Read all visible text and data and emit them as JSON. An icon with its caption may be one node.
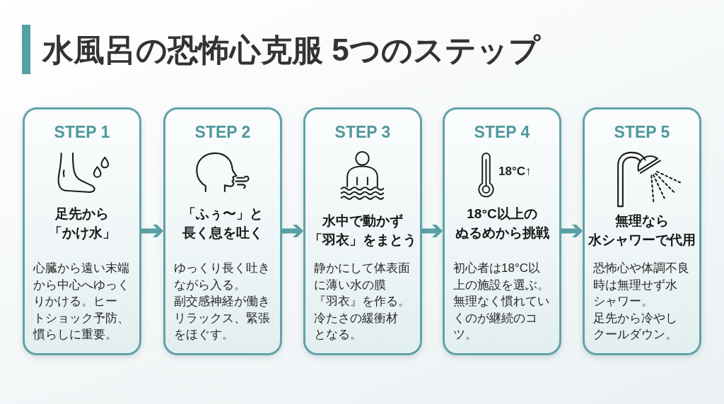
{
  "diagram": {
    "title": "水風呂の恐怖心克服 5つのステップ",
    "nodes": [
      {
        "text": [
          "STEP 1",
          "足先から「かけ水」",
          "心臓から遠い末端から中心へゆっくりかける。ヒートショック予防、慣らしに重要。"
        ]
      },
      {
        "text": [
          "STEP 2",
          "「ふぅ〜」と長く息を吐く",
          "ゆっくり長く吐きながら入る。副交感神経が働きリラックス、緊張をほぐす。"
        ]
      },
      {
        "text": [
          "STEP 3",
          "水中で動かず「羽衣」をまとう",
          "静かにして体表面に薄い水の膜『羽衣』を作る。冷たさの緩衝材となる。"
        ]
      },
      {
        "text": [
          "STEP 4",
          "18°C↑",
          "18°C以上のぬるめから挑戦",
          "初心者は18°C以上の施設を選ぶ。無理なく慣れていくのが継続のコツ。"
        ]
      },
      {
        "text": [
          "STEP 5",
          "無理なら水シャワーで代用",
          "恐怖心や体調不良時は無理せず水シャワー。足先から冷やしクールダウン。"
        ]
      }
    ],
    "edges": [
      {
        "from": 0,
        "to": 1,
        "arrow": "to"
      },
      {
        "from": 1,
        "to": 2,
        "arrow": "to"
      },
      {
        "from": 2,
        "to": 3,
        "arrow": "to"
      },
      {
        "from": 3,
        "to": 4,
        "arrow": "to"
      }
    ]
  }
}
